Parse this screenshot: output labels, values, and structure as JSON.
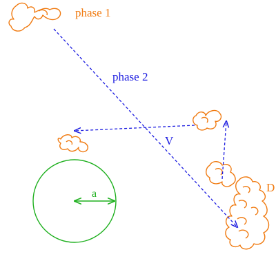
{
  "labels": {
    "phase1": "phase 1",
    "phase2": "phase 2",
    "velocity": "V",
    "radius": "a",
    "diffusion": "D"
  },
  "colors": {
    "orange": "#f07a10",
    "blue": "#1c1ce0",
    "green": "#1fb01f",
    "background": "#ffffff"
  }
}
